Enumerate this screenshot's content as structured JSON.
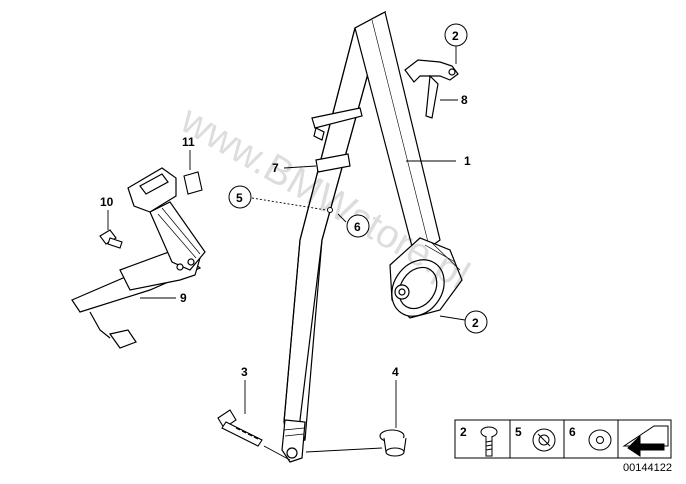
{
  "watermark": "www.BMWstore.pl",
  "callouts": {
    "c1": "1",
    "c2a": "2",
    "c2b": "2",
    "c3": "3",
    "c4": "4",
    "c5": "5",
    "c6": "6",
    "c7": "7",
    "c8": "8",
    "c9": "9",
    "c10": "10",
    "c11": "11"
  },
  "legend": {
    "items": [
      {
        "num": "2",
        "icon": "bolt-icon"
      },
      {
        "num": "5",
        "icon": "clip-nut-icon"
      },
      {
        "num": "6",
        "icon": "washer-icon"
      }
    ],
    "arrow_icon": "direction-arrow-icon"
  },
  "diagram_id": "00144122"
}
